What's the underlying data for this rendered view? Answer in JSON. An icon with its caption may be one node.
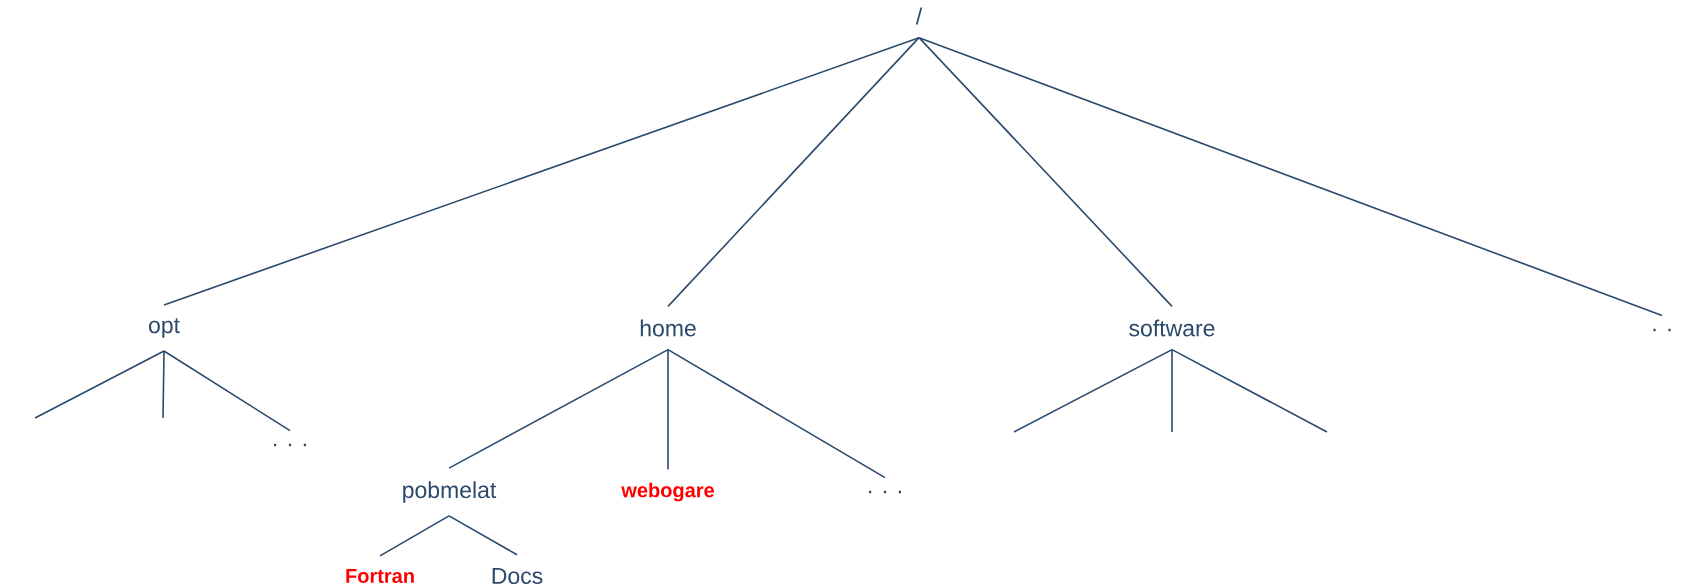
{
  "diagram": {
    "nodes": [
      {
        "text": [
          "/"
        ]
      },
      {
        "text": [
          "opt"
        ]
      },
      {
        "text": [
          "home"
        ]
      },
      {
        "text": [
          "software"
        ]
      },
      {
        "text": [
          ". ."
        ]
      },
      {
        "text": [
          ". . ."
        ]
      },
      {
        "text": [
          "pobmelat"
        ]
      },
      {
        "text": [
          "webogare"
        ]
      },
      {
        "text": [
          ". . ."
        ]
      },
      {
        "text": [
          "Fortran"
        ]
      },
      {
        "text": [
          "Docs"
        ]
      }
    ],
    "edges": [
      {
        "from": 0,
        "to": 1,
        "arrow": "none"
      },
      {
        "from": 0,
        "to": 2,
        "arrow": "none"
      },
      {
        "from": 0,
        "to": 3,
        "arrow": "none"
      },
      {
        "from": 0,
        "to": 4,
        "arrow": "none"
      },
      {
        "from": 1,
        "to": null,
        "arrow": "none"
      },
      {
        "from": 1,
        "to": null,
        "arrow": "none"
      },
      {
        "from": 1,
        "to": 5,
        "arrow": "none"
      },
      {
        "from": 2,
        "to": 6,
        "arrow": "none"
      },
      {
        "from": 2,
        "to": 7,
        "arrow": "none"
      },
      {
        "from": 2,
        "to": 8,
        "arrow": "none"
      },
      {
        "from": 3,
        "to": null,
        "arrow": "none"
      },
      {
        "from": 3,
        "to": null,
        "arrow": "none"
      },
      {
        "from": 3,
        "to": null,
        "arrow": "none"
      },
      {
        "from": 6,
        "to": 9,
        "arrow": "none"
      },
      {
        "from": 6,
        "to": 10,
        "arrow": "none"
      }
    ]
  }
}
